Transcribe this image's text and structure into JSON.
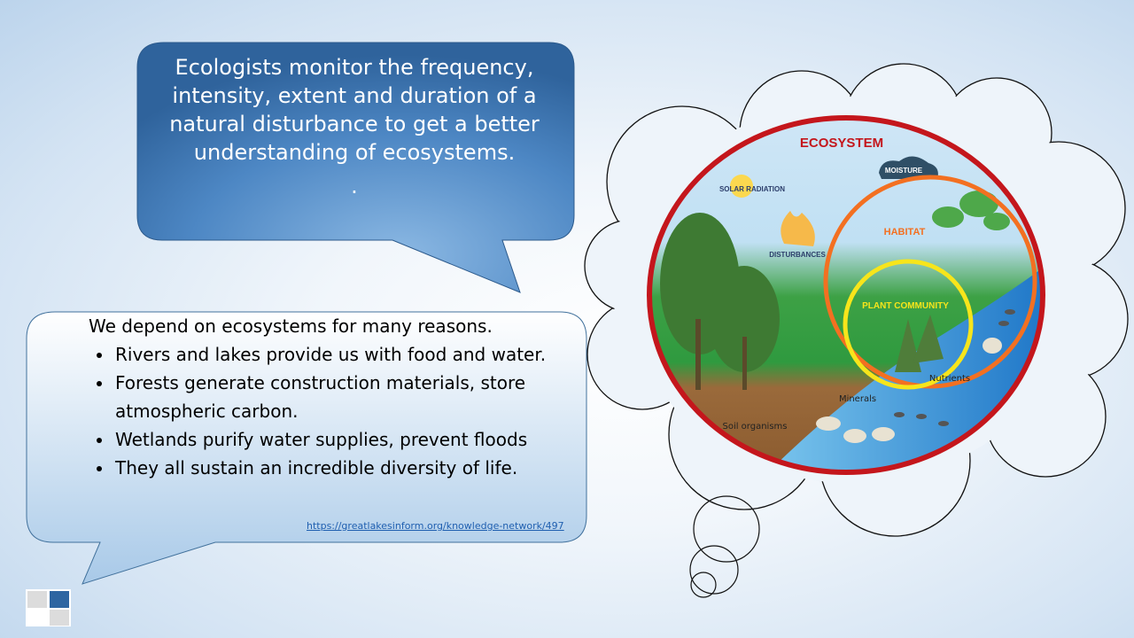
{
  "callout_top": {
    "lines": [
      "Ecologists monitor the frequency,",
      "intensity, extent and duration of a",
      "natural disturbance to get a better",
      "understanding of ecosystems."
    ],
    "trailing": "."
  },
  "callout_bottom": {
    "intro": "We depend on ecosystems for many reasons.",
    "bullets": [
      "Rivers and lakes provide us with food and water.",
      "Forests generate construction materials, store atmospheric carbon.",
      "Wetlands purify water supplies, prevent floods",
      "They all sustain an incredible diversity of life."
    ],
    "source_link": "https://greatlakesinform.org/knowledge-network/497"
  },
  "diagram": {
    "title": "ECOSYSTEM",
    "labels": {
      "solar": "SOLAR RADIATION",
      "moisture": "MOISTURE",
      "disturbances": "DISTURBANCES",
      "habitat": "HABITAT",
      "plant_community": "PLANT COMMUNITY",
      "nutrients": "Nutrients",
      "minerals": "Minerals",
      "soil": "Soil organisms"
    },
    "colors": {
      "ecosystem": "#c4161c",
      "habitat": "#f37021",
      "plant": "#f7e51b"
    }
  }
}
